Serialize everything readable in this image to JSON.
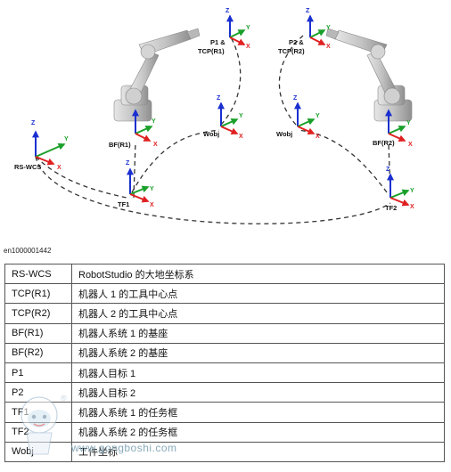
{
  "diagram": {
    "labels": {
      "rswcs": "RS-WCS",
      "bf1": "BF(R1)",
      "bf2": "BF(R2)",
      "p1": "P1 &",
      "tcp1": "TCP(R1)",
      "p2": "P2 &",
      "tcp2": "TCP(R2)",
      "wobj_left": "Wobj",
      "wobj_right": "Wobj",
      "tf1": "TF1",
      "tf2": "TF2"
    },
    "axis_letters": {
      "x": "X",
      "y": "Y",
      "z": "Z"
    },
    "colors": {
      "x_axis": "#e02020",
      "y_axis": "#1aa02a",
      "z_axis": "#1a2fd0",
      "path": "#333333",
      "robot": "#c9c9c9"
    },
    "figure_id": "en1000001442"
  },
  "legend": {
    "rows": [
      {
        "key": "RS-WCS",
        "desc": "RobotStudio 的大地坐标系"
      },
      {
        "key": "TCP(R1)",
        "desc": "机器人 1 的工具中心点"
      },
      {
        "key": "TCP(R2)",
        "desc": "机器人 2 的工具中心点"
      },
      {
        "key": "BF(R1)",
        "desc": "机器人系统 1 的基座"
      },
      {
        "key": "BF(R2)",
        "desc": "机器人系统 2 的基座"
      },
      {
        "key": "P1",
        "desc": "机器人目标 1"
      },
      {
        "key": "P2",
        "desc": "机器人目标 2"
      },
      {
        "key": "TF1",
        "desc": "机器人系统 1 的任务框"
      },
      {
        "key": "TF2",
        "desc": "机器人系统 2 的任务框"
      },
      {
        "key": "Wobj",
        "desc": "工件坐标"
      }
    ]
  },
  "watermark": {
    "text": "www.gongboshi.com",
    "mark": "®"
  }
}
